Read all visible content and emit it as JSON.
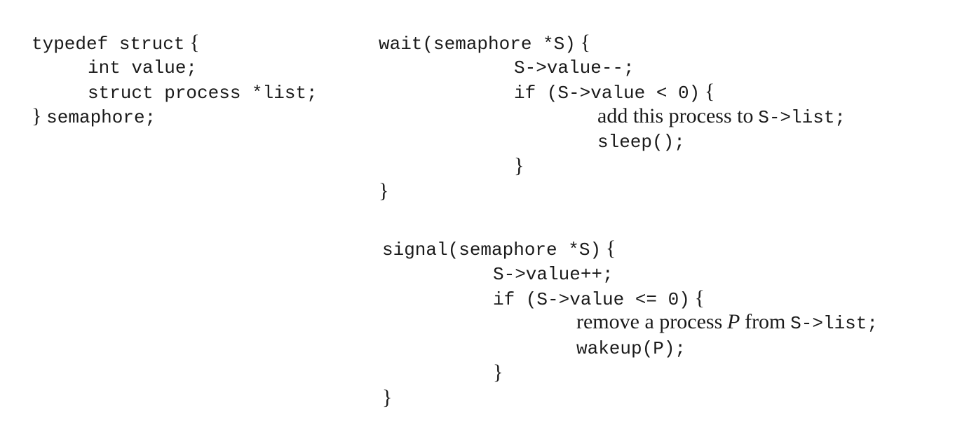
{
  "struct_def": {
    "l1_code": "typedef struct",
    "l1_brace": "{",
    "l2": "int value;",
    "l3": "struct process *list;",
    "l4_brace": "}",
    "l4_code": "semaphore;"
  },
  "wait_fn": {
    "l1_code": "wait(semaphore *S)",
    "l1_brace": "{",
    "l2": "S->value--;",
    "l3_code": "if (S->value < 0)",
    "l3_brace": "{",
    "l4_text": "add this process to",
    "l4_code": "S->list;",
    "l5": "sleep();",
    "l6_brace": "}",
    "l7_brace": "}"
  },
  "signal_fn": {
    "l1_code": "signal(semaphore *S)",
    "l1_brace": "{",
    "l2": "S->value++;",
    "l3_code": "if (S->value <= 0)",
    "l3_brace": "{",
    "l4_text_a": "remove a process",
    "l4_var": "P",
    "l4_text_b": "from",
    "l4_code": "S->list;",
    "l5": "wakeup(P);",
    "l6_brace": "}",
    "l7_brace": "}"
  }
}
